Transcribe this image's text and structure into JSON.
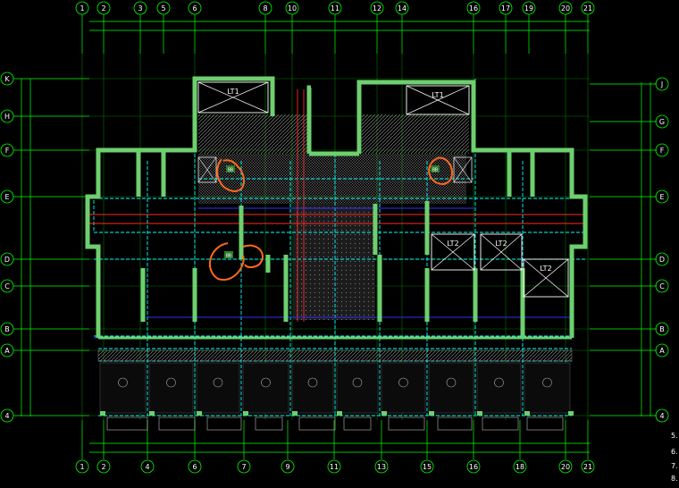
{
  "axes": {
    "top": [
      "1",
      "2",
      "3",
      "5",
      "6",
      "8",
      "10",
      "11",
      "12",
      "14",
      "16",
      "17",
      "19",
      "20",
      "21"
    ],
    "bottom": [
      "1",
      "2",
      "4",
      "6",
      "7",
      "9",
      "11",
      "13",
      "15",
      "16",
      "18",
      "20",
      "21"
    ],
    "left": [
      "K",
      "H",
      "F",
      "E",
      "D",
      "C",
      "B",
      "A",
      "4"
    ],
    "right": [
      "J",
      "G",
      "F",
      "E",
      "D",
      "C",
      "B",
      "A",
      "4"
    ]
  },
  "elevators": [
    "LT1",
    "LT1",
    "LT2",
    "LT2",
    "LT2"
  ],
  "stairs": [
    "BB",
    "BB",
    "BB"
  ],
  "note_marks": [
    "5.",
    "6.",
    "7.",
    "8."
  ],
  "colors": {
    "axis": "#00ff00",
    "wall": "#6ecf6e",
    "beam": "#00ffff",
    "red": "#ff2a2a",
    "blue": "#3030ff",
    "circle_mark": "#ff6a1a",
    "hatch": "#ffffff"
  }
}
